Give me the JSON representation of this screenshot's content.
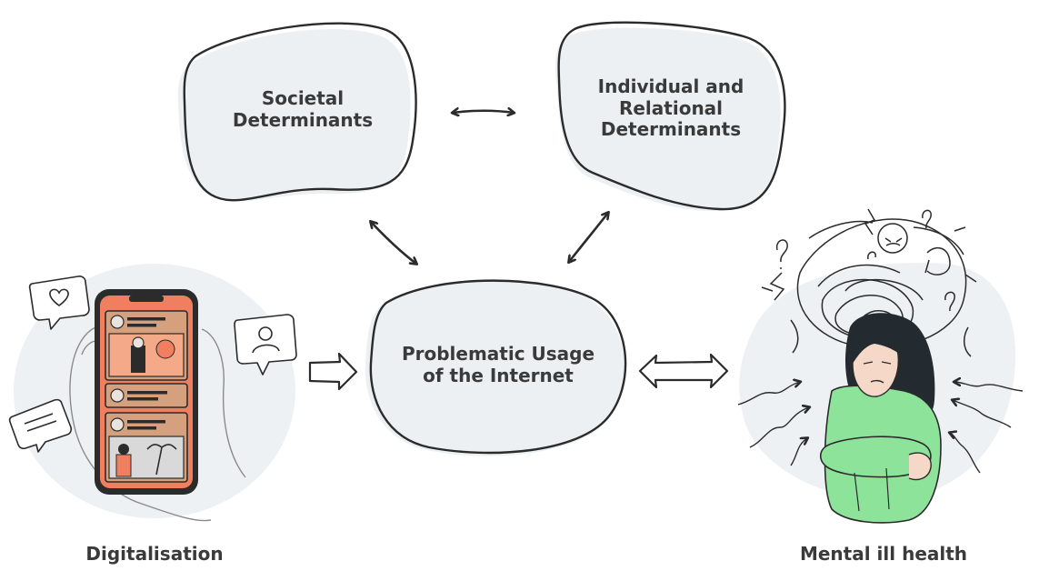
{
  "nodes": {
    "societal": {
      "line1": "Societal",
      "line2": "Determinants"
    },
    "individual": {
      "line1": "Individual and",
      "line2": "Relational",
      "line3": "Determinants"
    },
    "piu": {
      "line1": "Problematic Usage",
      "line2": "of the Internet"
    }
  },
  "captions": {
    "digitalisation": "Digitalisation",
    "mental_ill_health": "Mental ill health"
  },
  "colors": {
    "stroke": "#2b2b2b",
    "blob_fill": "#ecf0f2",
    "text": "#3a3a3a",
    "phone_screen": "#ef7f5e",
    "post_card": "#d4a07d",
    "sweater": "#8de39a",
    "hair": "#232b30"
  },
  "icons": [
    "heart-bubble-icon",
    "user-bubble-icon",
    "text-bubble-icon",
    "smartphone-icon",
    "anxious-woman-illustration",
    "thought-scribble-icon"
  ]
}
